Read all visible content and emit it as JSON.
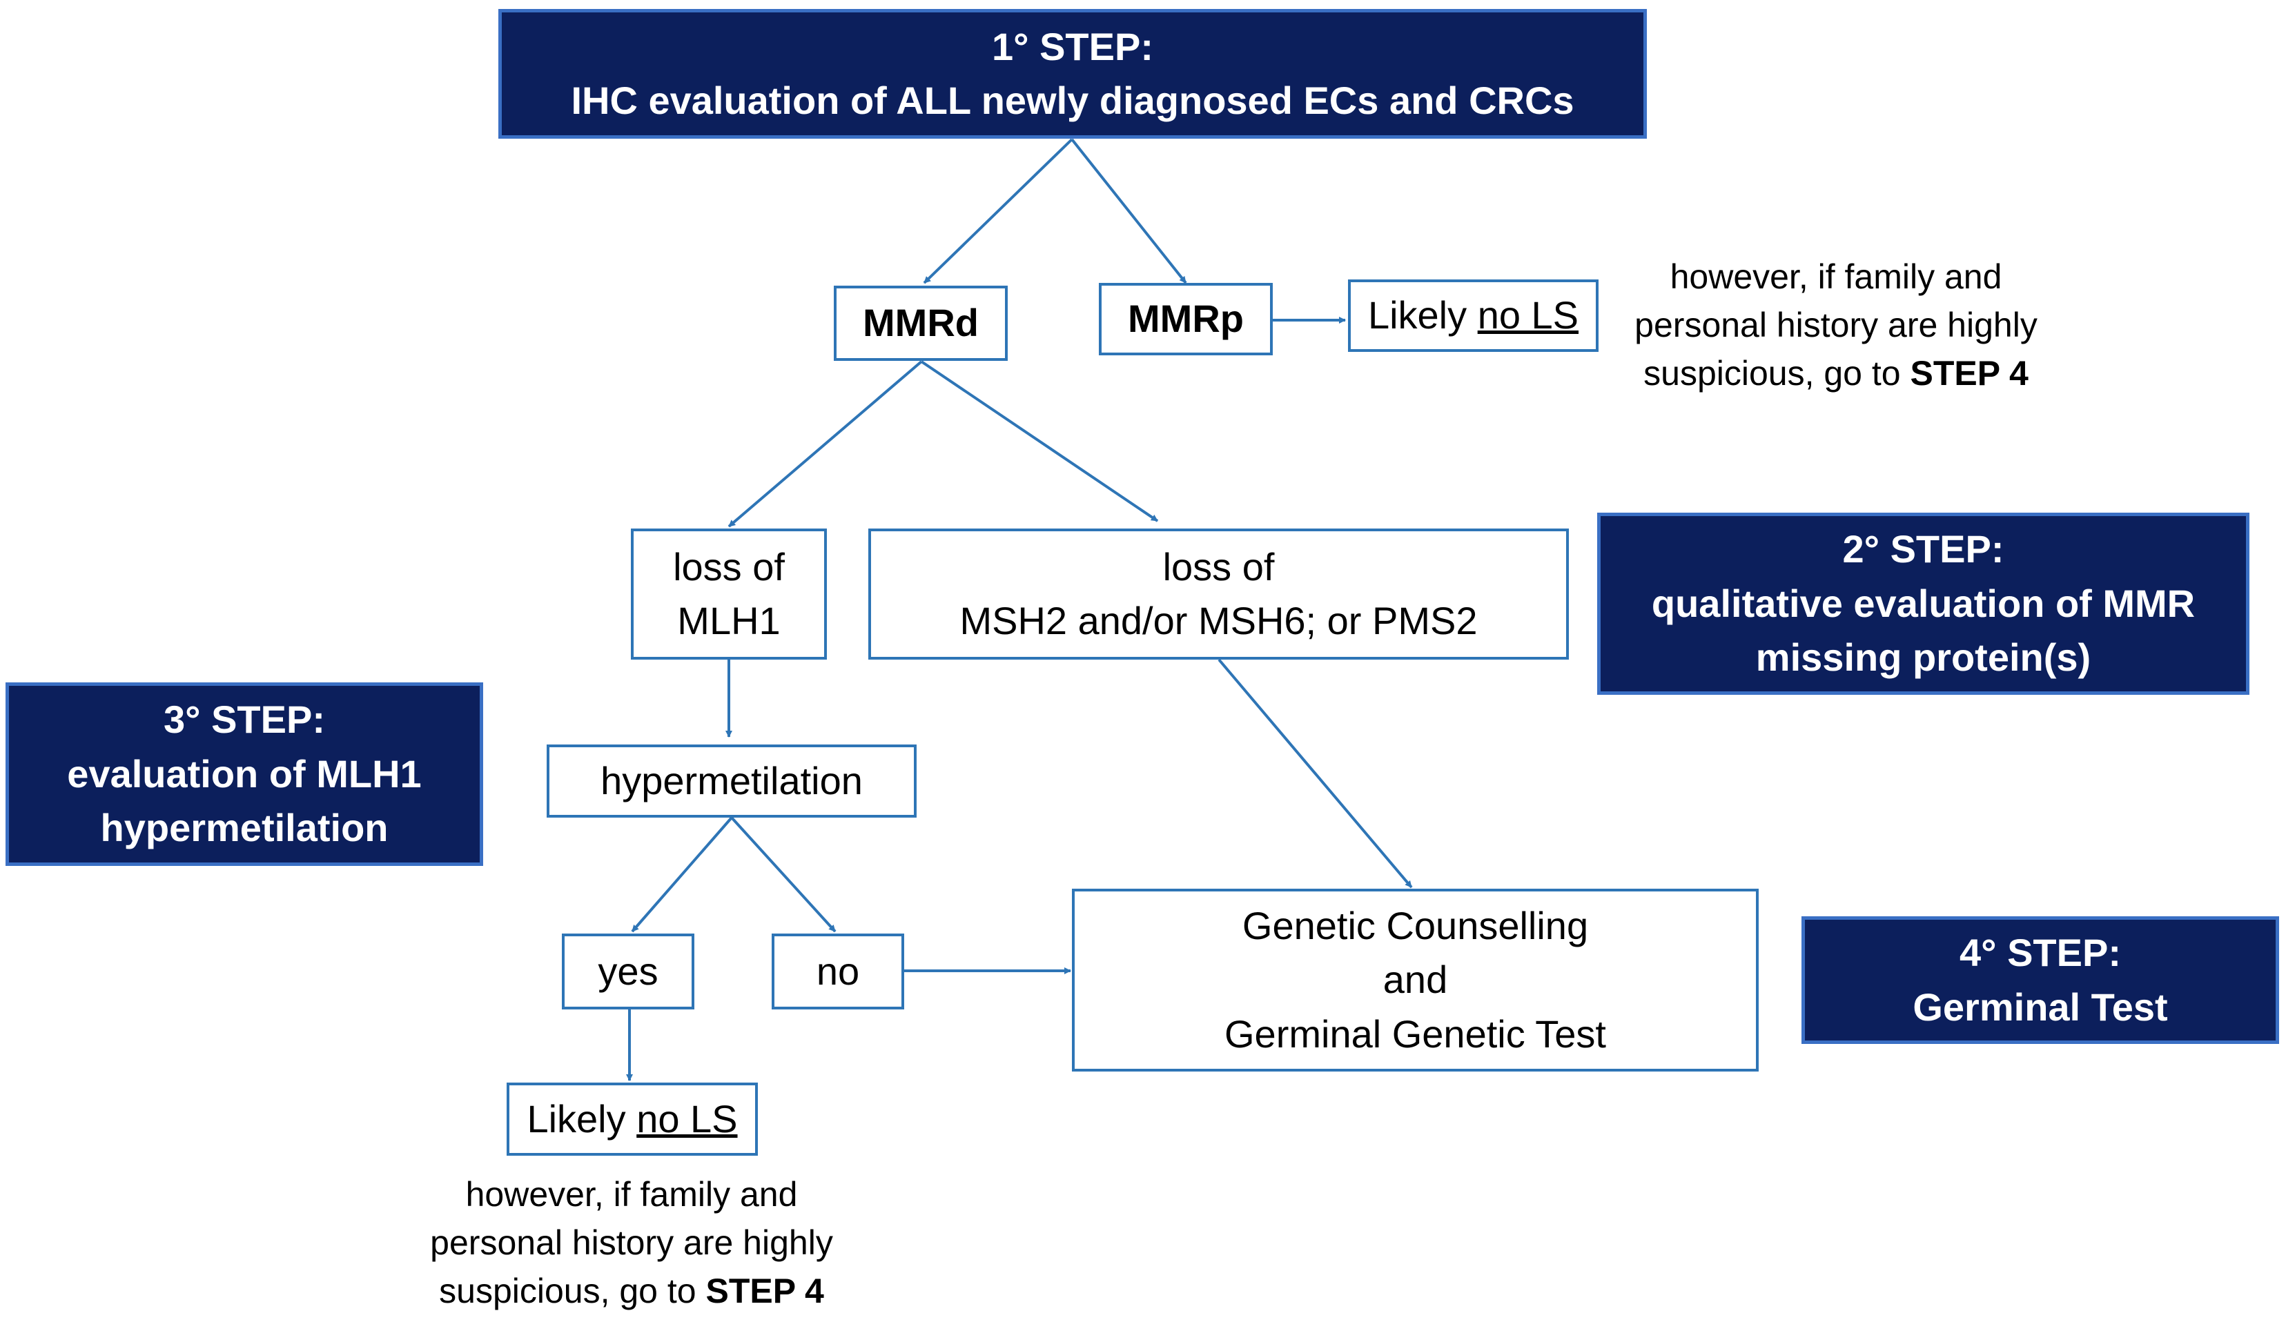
{
  "steps": {
    "step1": {
      "heading": "1° STEP:",
      "text": "IHC evaluation of ALL newly diagnosed ECs and CRCs"
    },
    "step2": {
      "heading": "2° STEP:",
      "line1": "qualitative evaluation of MMR",
      "line2": "missing protein(s)"
    },
    "step3": {
      "heading": "3° STEP:",
      "line1": "evaluation of MLH1",
      "line2": "hypermetilation"
    },
    "step4": {
      "heading": "4° STEP:",
      "text": "Germinal Test"
    }
  },
  "nodes": {
    "mmrd": "MMRd",
    "mmrp": "MMRp",
    "likely_no_ls_right": {
      "prefix": "Likely ",
      "underlined": "no LS"
    },
    "loss_mlh1": {
      "line1": "loss of",
      "line2": "MLH1"
    },
    "loss_msh": {
      "line1": "loss of",
      "line2": "MSH2 and/or MSH6; or PMS2"
    },
    "hypermetilation": "hypermetilation",
    "yes": "yes",
    "no": "no",
    "genetic": {
      "line1": "Genetic Counselling",
      "line2": "and",
      "line3": "Germinal Genetic Test"
    },
    "likely_no_ls_bottom": {
      "prefix": "Likely ",
      "underlined": "no LS"
    }
  },
  "notes": {
    "right": {
      "line1": "however, if family and",
      "line2": "personal history are highly",
      "line3_prefix": "suspicious, go to ",
      "line3_bold": "STEP 4"
    },
    "bottom": {
      "line1": "however, if family and",
      "line2": "personal history are highly",
      "line3_prefix": "suspicious, go to ",
      "line3_bold": "STEP 4"
    }
  },
  "colors": {
    "step_fill": "#0c1f5c",
    "step_border": "#3a6fc4",
    "box_border": "#2e75b6",
    "arrow": "#2e75b6"
  }
}
